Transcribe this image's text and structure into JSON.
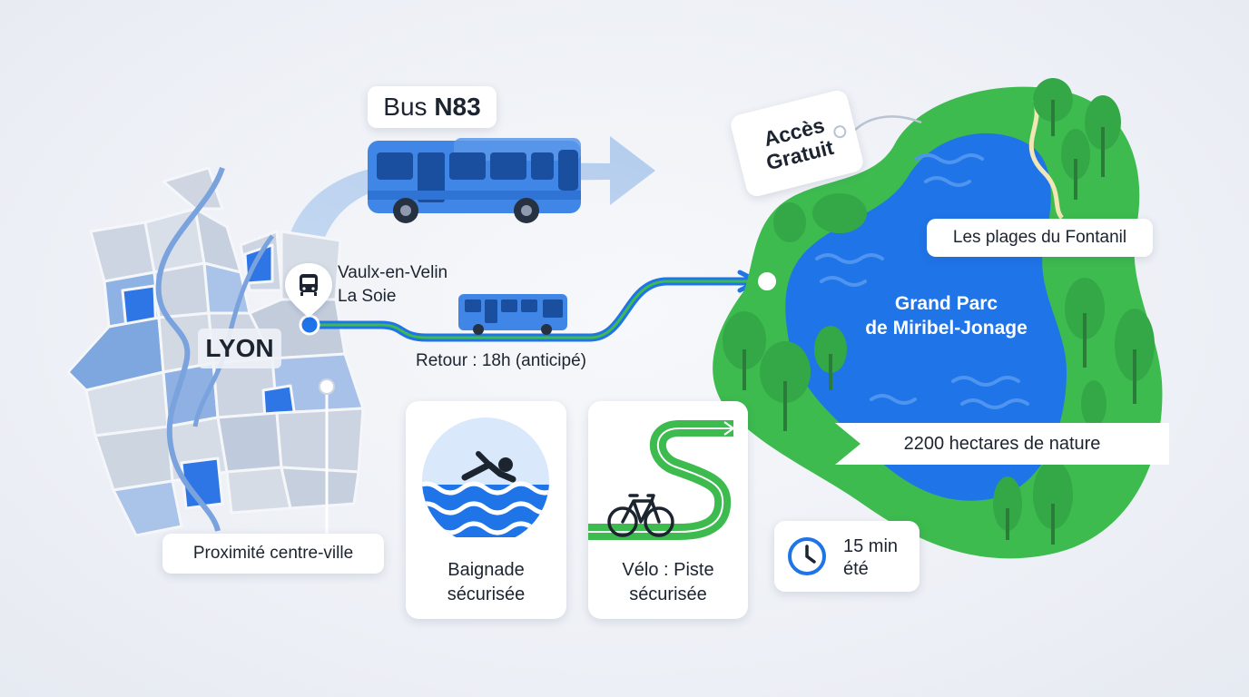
{
  "title": "",
  "city": {
    "name": "LYON"
  },
  "bus": {
    "prefix": "Bus ",
    "line": "N83",
    "icon": "bus-icon"
  },
  "stop": {
    "name_line1": "Vaulx-en-Velin",
    "name_line2": "La Soie",
    "icon": "bus-stop-pin-icon"
  },
  "return_note": "Retour : 18h (anticipé)",
  "proximity": "Proximité centre-ville",
  "access_tag": {
    "line1": "Accès",
    "line2": "Gratuit"
  },
  "park": {
    "name_line1": "Grand Parc",
    "name_line2": "de Miribel-Jonage"
  },
  "beaches": "Les plages du Fontanil",
  "area": "2200 hectares de nature",
  "features": [
    {
      "icon": "swimmer-icon",
      "line1": "Baignade",
      "line2": "sécurisée"
    },
    {
      "icon": "bicycle-icon",
      "line1": "Vélo : Piste",
      "line2": "sécurisée"
    }
  ],
  "frequency": {
    "icon": "clock-icon",
    "line1": "15 min",
    "line2": "été"
  },
  "colors": {
    "primary_blue": "#1f74e8",
    "green": "#3dbb4f",
    "light_blue": "#9ec3ee",
    "map_gray": "#cfd6e1"
  }
}
